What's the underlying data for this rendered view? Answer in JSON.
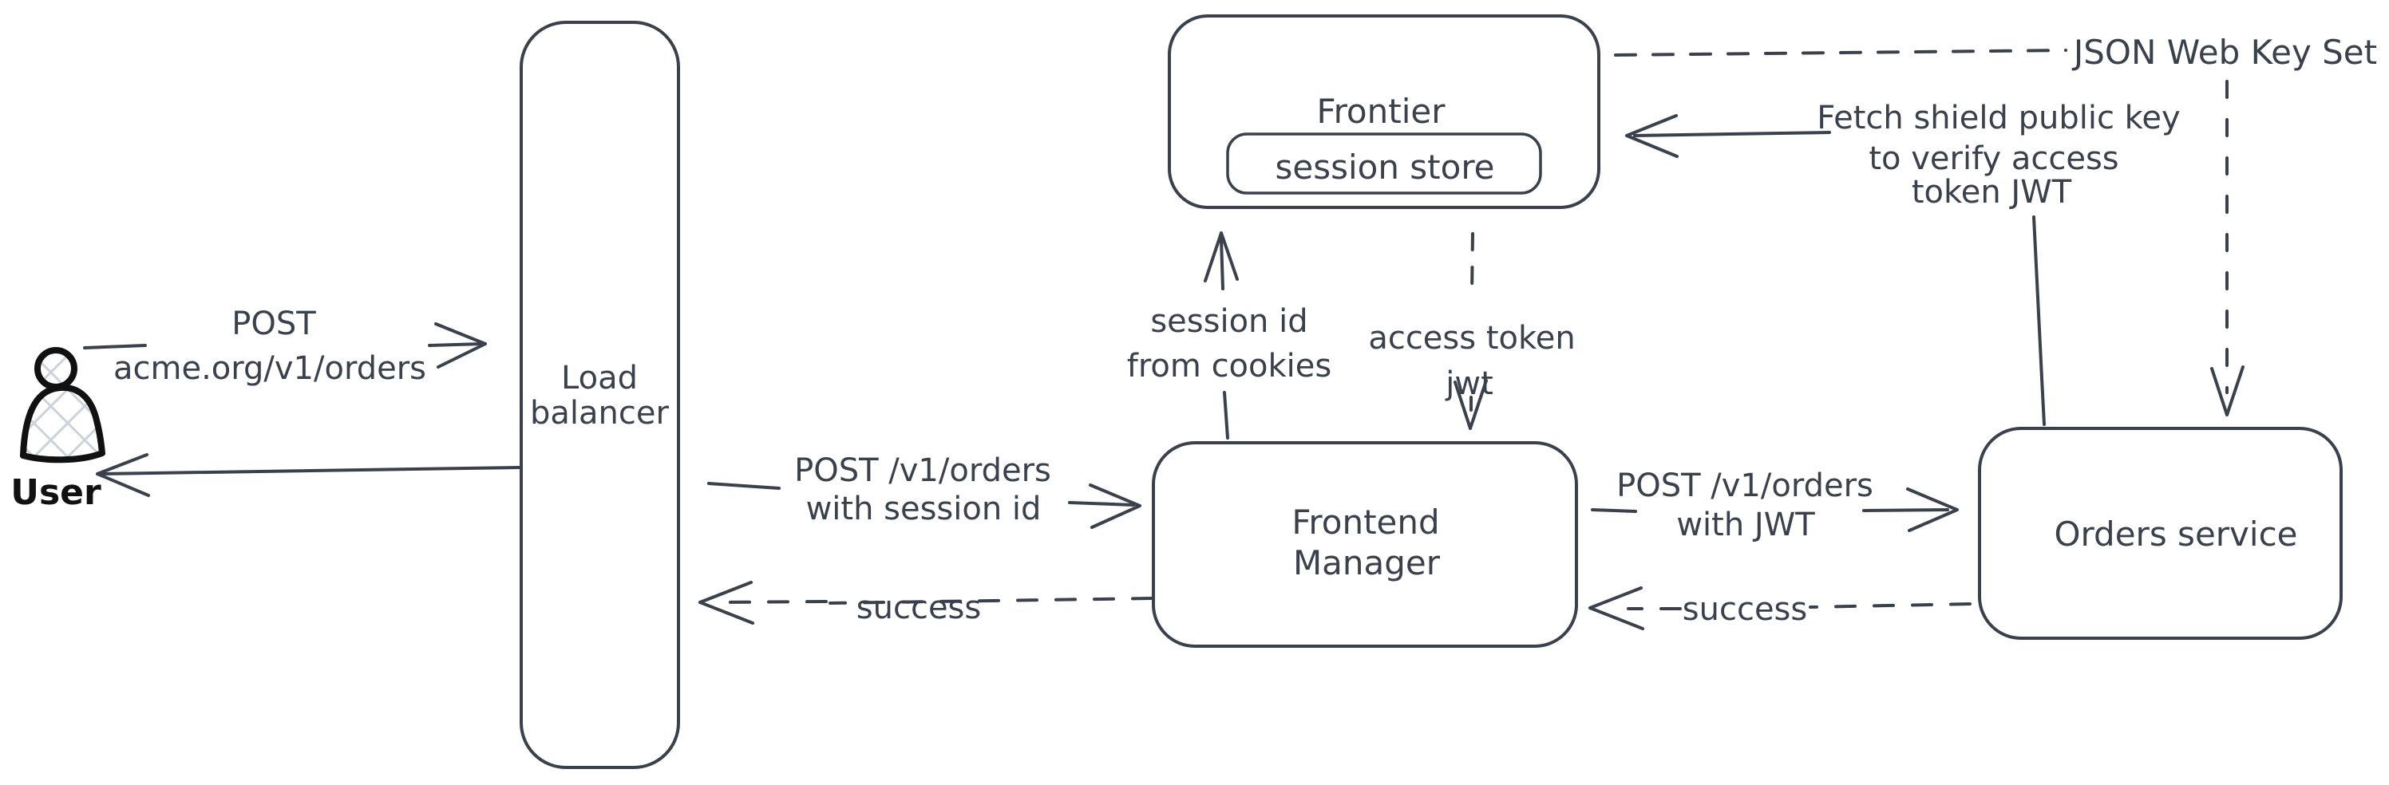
{
  "theme": {
    "background": "#ffffff",
    "stroke": "#3a414c",
    "text": "#3a414c",
    "user_stroke": "#111111",
    "hatch": "#ccd3db"
  },
  "nodes": {
    "user": {
      "label": "User",
      "icon": "person-icon"
    },
    "load_balancer": {
      "lines": [
        "Load",
        "balancer"
      ]
    },
    "frontier": {
      "label": "Frontier"
    },
    "session_store": {
      "label": "session store"
    },
    "frontend_manager": {
      "lines": [
        "Frontend",
        "Manager"
      ]
    },
    "orders_service": {
      "label": "Orders service"
    },
    "jwks": {
      "label": "JSON Web Key Set"
    }
  },
  "edges": {
    "user_to_lb": {
      "lines": [
        "POST",
        "acme.org/v1/orders"
      ],
      "style": "solid",
      "direction": "right"
    },
    "lb_to_user": {
      "style": "solid",
      "direction": "left"
    },
    "lb_to_fm": {
      "lines": [
        "POST /v1/orders",
        "with session id"
      ],
      "style": "solid",
      "direction": "right"
    },
    "fm_to_lb": {
      "label": "success",
      "style": "dashed",
      "direction": "left"
    },
    "fm_to_frontier": {
      "lines": [
        "session id",
        "from cookies"
      ],
      "style": "solid",
      "direction": "up"
    },
    "frontier_to_fm": {
      "lines": [
        "access token",
        "jwt"
      ],
      "style": "dashed",
      "direction": "down"
    },
    "fm_to_orders": {
      "lines": [
        "POST /v1/orders",
        "with JWT"
      ],
      "style": "solid",
      "direction": "right"
    },
    "orders_to_fm": {
      "label": "success",
      "style": "dashed",
      "direction": "left"
    },
    "orders_to_frontier": {
      "lines": [
        "Fetch shield public key",
        "to verify access",
        "token JWT"
      ],
      "style": "solid",
      "direction": "left"
    },
    "frontier_to_jwks": {
      "style": "dashed"
    },
    "jwks_to_orders": {
      "style": "dashed",
      "direction": "down"
    }
  }
}
